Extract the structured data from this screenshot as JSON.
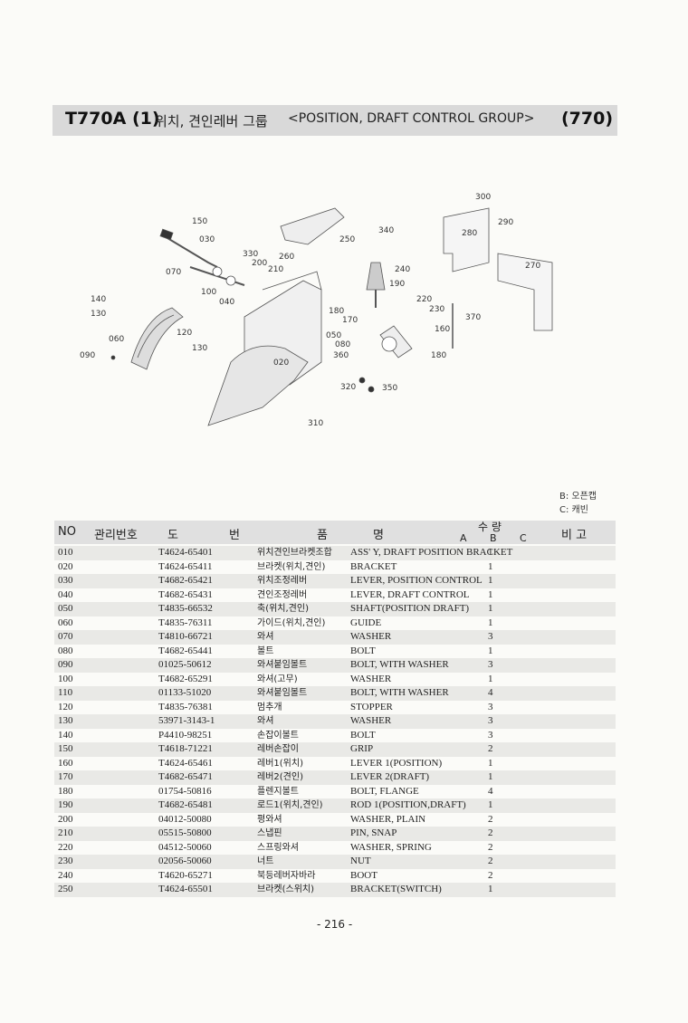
{
  "header": {
    "model": "T770A (1)",
    "title_kr": "위치, 견인레버 그룹",
    "title_en": "<POSITION, DRAFT CONTROL GROUP>",
    "group_code": "(770)"
  },
  "diagram": {
    "callouts": [
      "300",
      "290",
      "280",
      "340",
      "270",
      "150",
      "030",
      "250",
      "330",
      "200",
      "260",
      "210",
      "240",
      "070",
      "190",
      "100",
      "040",
      "220",
      "230",
      "140",
      "130",
      "180",
      "170",
      "370",
      "160",
      "060",
      "120",
      "050",
      "080",
      "130",
      "360",
      "180",
      "090",
      "020",
      "320",
      "350",
      "310"
    ]
  },
  "legend": {
    "b": "B: 오픈캡",
    "c": "C: 캐빈"
  },
  "table": {
    "headers": {
      "no": "NO",
      "mgmt": "관리번호",
      "do": "도",
      "beon": "번",
      "pum": "품",
      "myeong": "명",
      "suryang": "수 량",
      "a": "A",
      "b": "B",
      "c": "C",
      "bigo": "비 고"
    },
    "rows": [
      {
        "no": "010",
        "pn": "T4624-65401",
        "kr": "위치견인브라켓조합",
        "en": "ASS' Y, DRAFT POSITION BRACKET",
        "qty": "1"
      },
      {
        "no": "020",
        "pn": "T4624-65411",
        "kr": "브라켓(위치,견인)",
        "en": "BRACKET",
        "qty": "1"
      },
      {
        "no": "030",
        "pn": "T4682-65421",
        "kr": "위치조정레버",
        "en": "LEVER, POSITION CONTROL",
        "qty": "1"
      },
      {
        "no": "040",
        "pn": "T4682-65431",
        "kr": "견인조정레버",
        "en": "LEVER, DRAFT CONTROL",
        "qty": "1"
      },
      {
        "no": "050",
        "pn": "T4835-66532",
        "kr": "축(위치,견인)",
        "en": "SHAFT(POSITION DRAFT)",
        "qty": "1"
      },
      {
        "no": "060",
        "pn": "T4835-76311",
        "kr": "가이드(위치,견인)",
        "en": "GUIDE",
        "qty": "1"
      },
      {
        "no": "070",
        "pn": "T4810-66721",
        "kr": "와셔",
        "en": "WASHER",
        "qty": "3"
      },
      {
        "no": "080",
        "pn": "T4682-65441",
        "kr": "볼트",
        "en": "BOLT",
        "qty": "1"
      },
      {
        "no": "090",
        "pn": "01025-50612",
        "kr": "와셔붙임볼트",
        "en": "BOLT, WITH WASHER",
        "qty": "3"
      },
      {
        "no": "100",
        "pn": "T4682-65291",
        "kr": "와셔(고무)",
        "en": "WASHER",
        "qty": "1"
      },
      {
        "no": "110",
        "pn": "01133-51020",
        "kr": "와셔붙임볼트",
        "en": "BOLT, WITH WASHER",
        "qty": "4"
      },
      {
        "no": "120",
        "pn": "T4835-76381",
        "kr": "멈추개",
        "en": "STOPPER",
        "qty": "3"
      },
      {
        "no": "130",
        "pn": "53971-3143-1",
        "kr": "와셔",
        "en": "WASHER",
        "qty": "3"
      },
      {
        "no": "140",
        "pn": "P4410-98251",
        "kr": "손잡이볼트",
        "en": "BOLT",
        "qty": "3"
      },
      {
        "no": "150",
        "pn": "T4618-71221",
        "kr": "레버손잡이",
        "en": "GRIP",
        "qty": "2"
      },
      {
        "no": "160",
        "pn": "T4624-65461",
        "kr": "레버1(위치)",
        "en": "LEVER 1(POSITION)",
        "qty": "1"
      },
      {
        "no": "170",
        "pn": "T4682-65471",
        "kr": "레버2(견인)",
        "en": "LEVER 2(DRAFT)",
        "qty": "1"
      },
      {
        "no": "180",
        "pn": "01754-50816",
        "kr": "플렌지볼트",
        "en": "BOLT, FLANGE",
        "qty": "4"
      },
      {
        "no": "190",
        "pn": "T4682-65481",
        "kr": "로드1(위치,견인)",
        "en": "ROD 1(POSITION,DRAFT)",
        "qty": "1"
      },
      {
        "no": "200",
        "pn": "04012-50080",
        "kr": "평와셔",
        "en": "WASHER, PLAIN",
        "qty": "2"
      },
      {
        "no": "210",
        "pn": "05515-50800",
        "kr": "스냅핀",
        "en": "PIN, SNAP",
        "qty": "2"
      },
      {
        "no": "220",
        "pn": "04512-50060",
        "kr": "스프링와셔",
        "en": "WASHER, SPRING",
        "qty": "2"
      },
      {
        "no": "230",
        "pn": "02056-50060",
        "kr": "너트",
        "en": "NUT",
        "qty": "2"
      },
      {
        "no": "240",
        "pn": "T4620-65271",
        "kr": "북등레버자바라",
        "en": "BOOT",
        "qty": "2"
      },
      {
        "no": "250",
        "pn": "T4624-65501",
        "kr": "브라켓(스위치)",
        "en": "BRACKET(SWITCH)",
        "qty": "1"
      }
    ]
  },
  "footer": {
    "page": "- 216 -"
  }
}
